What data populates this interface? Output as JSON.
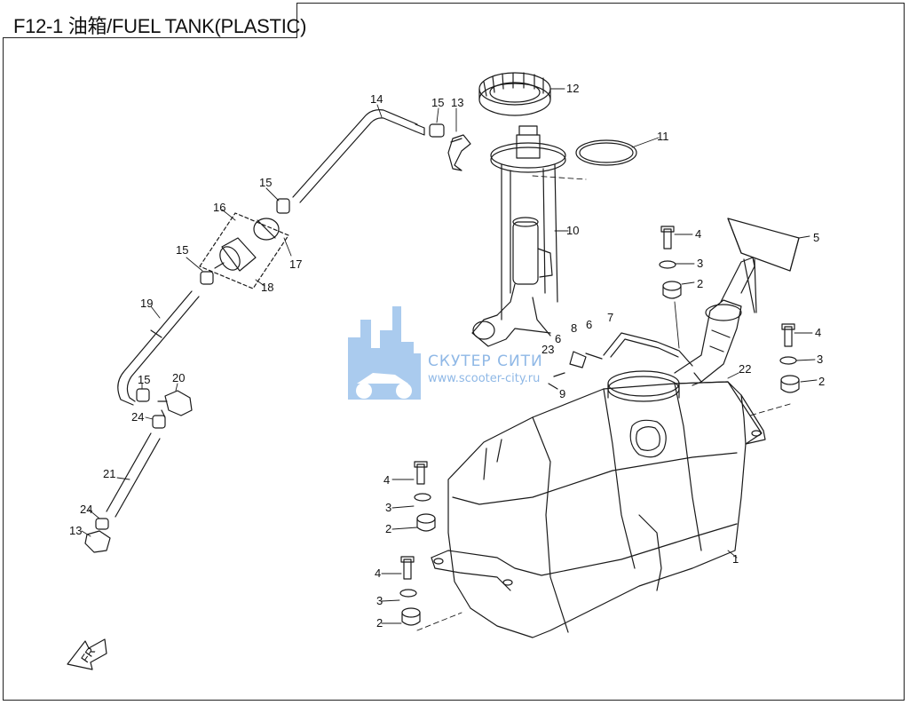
{
  "title": "F12-1 油箱/FUEL TANK(PLASTIC)",
  "watermark": {
    "name": "СКУТЕР СИТИ",
    "url": "www.scooter-city.ru"
  },
  "callouts": [
    "1",
    "2",
    "2",
    "2",
    "2",
    "3",
    "3",
    "3",
    "3",
    "4",
    "4",
    "4",
    "4",
    "5",
    "6",
    "6",
    "7",
    "8",
    "9",
    "10",
    "11",
    "12",
    "13",
    "13",
    "14",
    "15",
    "15",
    "15",
    "15",
    "16",
    "17",
    "18",
    "19",
    "20",
    "21",
    "22",
    "23",
    "24",
    "24"
  ],
  "front_marker": "FR",
  "colors": {
    "line": "#1a1a1a",
    "watermark": "#8fb8e6"
  }
}
